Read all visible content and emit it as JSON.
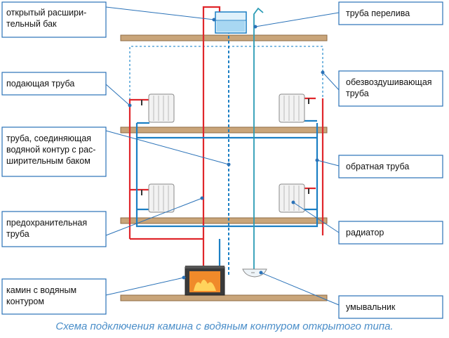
{
  "labels": {
    "open_tank": "открытый расшири-\nтельный бак",
    "supply_pipe": "подающая труба",
    "connecting_pipe": "труба, соединяющая\nводяной контур с рас-\nширительным баком",
    "safety_pipe": "предохранительная\nтруба",
    "fireplace": "камин с водяным\nконтуром",
    "overflow_pipe": "труба перелива",
    "air_vent_pipe": "обезвоздушивающая\nтруба",
    "return_pipe": "обратная труба",
    "radiator": "радиатор",
    "washbasin": "умывальник"
  },
  "caption": "Схема подключения камина с водяным контуром открытого типа.",
  "colors": {
    "supply": "#e0262b",
    "return": "#1b7fc4",
    "callout": "#2a72b8",
    "floor": "#c9a57a",
    "caption": "#4a8ec9"
  }
}
